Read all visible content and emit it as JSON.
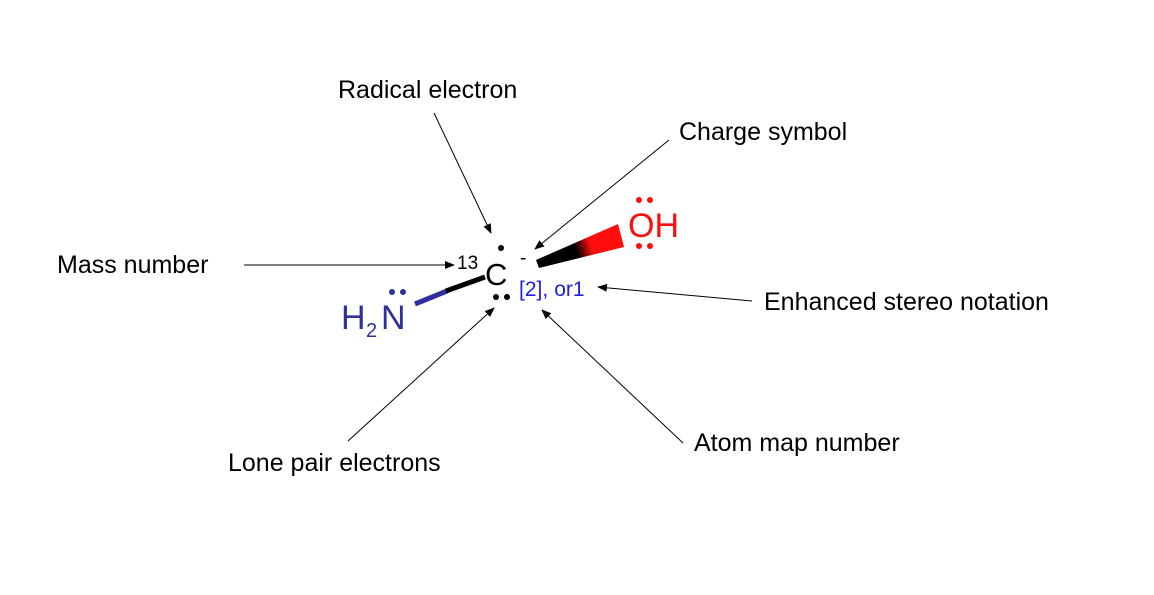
{
  "labels": {
    "radical_electron": "Radical electron",
    "charge_symbol": "Charge symbol",
    "mass_number": "Mass number",
    "enhanced_stereo_notation": "Enhanced stereo notation",
    "lone_pair_electrons": "Lone pair electrons",
    "atom_map_number": "Atom map number"
  },
  "molecule": {
    "carbon": {
      "symbol": "C",
      "mass_number": "13",
      "charge": "-"
    },
    "hydroxyl": {
      "symbol": "OH"
    },
    "amine": {
      "symbol": "N",
      "h": "H",
      "h_count": "2"
    },
    "atom_map": "[2]",
    "stereo_separator": ",",
    "stereo_group": "or1"
  },
  "colors": {
    "text": "#000000",
    "oxygen": "#ff0d0d",
    "nitrogen": "#30309c",
    "annotation": "#1f1fe0",
    "arrow": "#000000"
  }
}
